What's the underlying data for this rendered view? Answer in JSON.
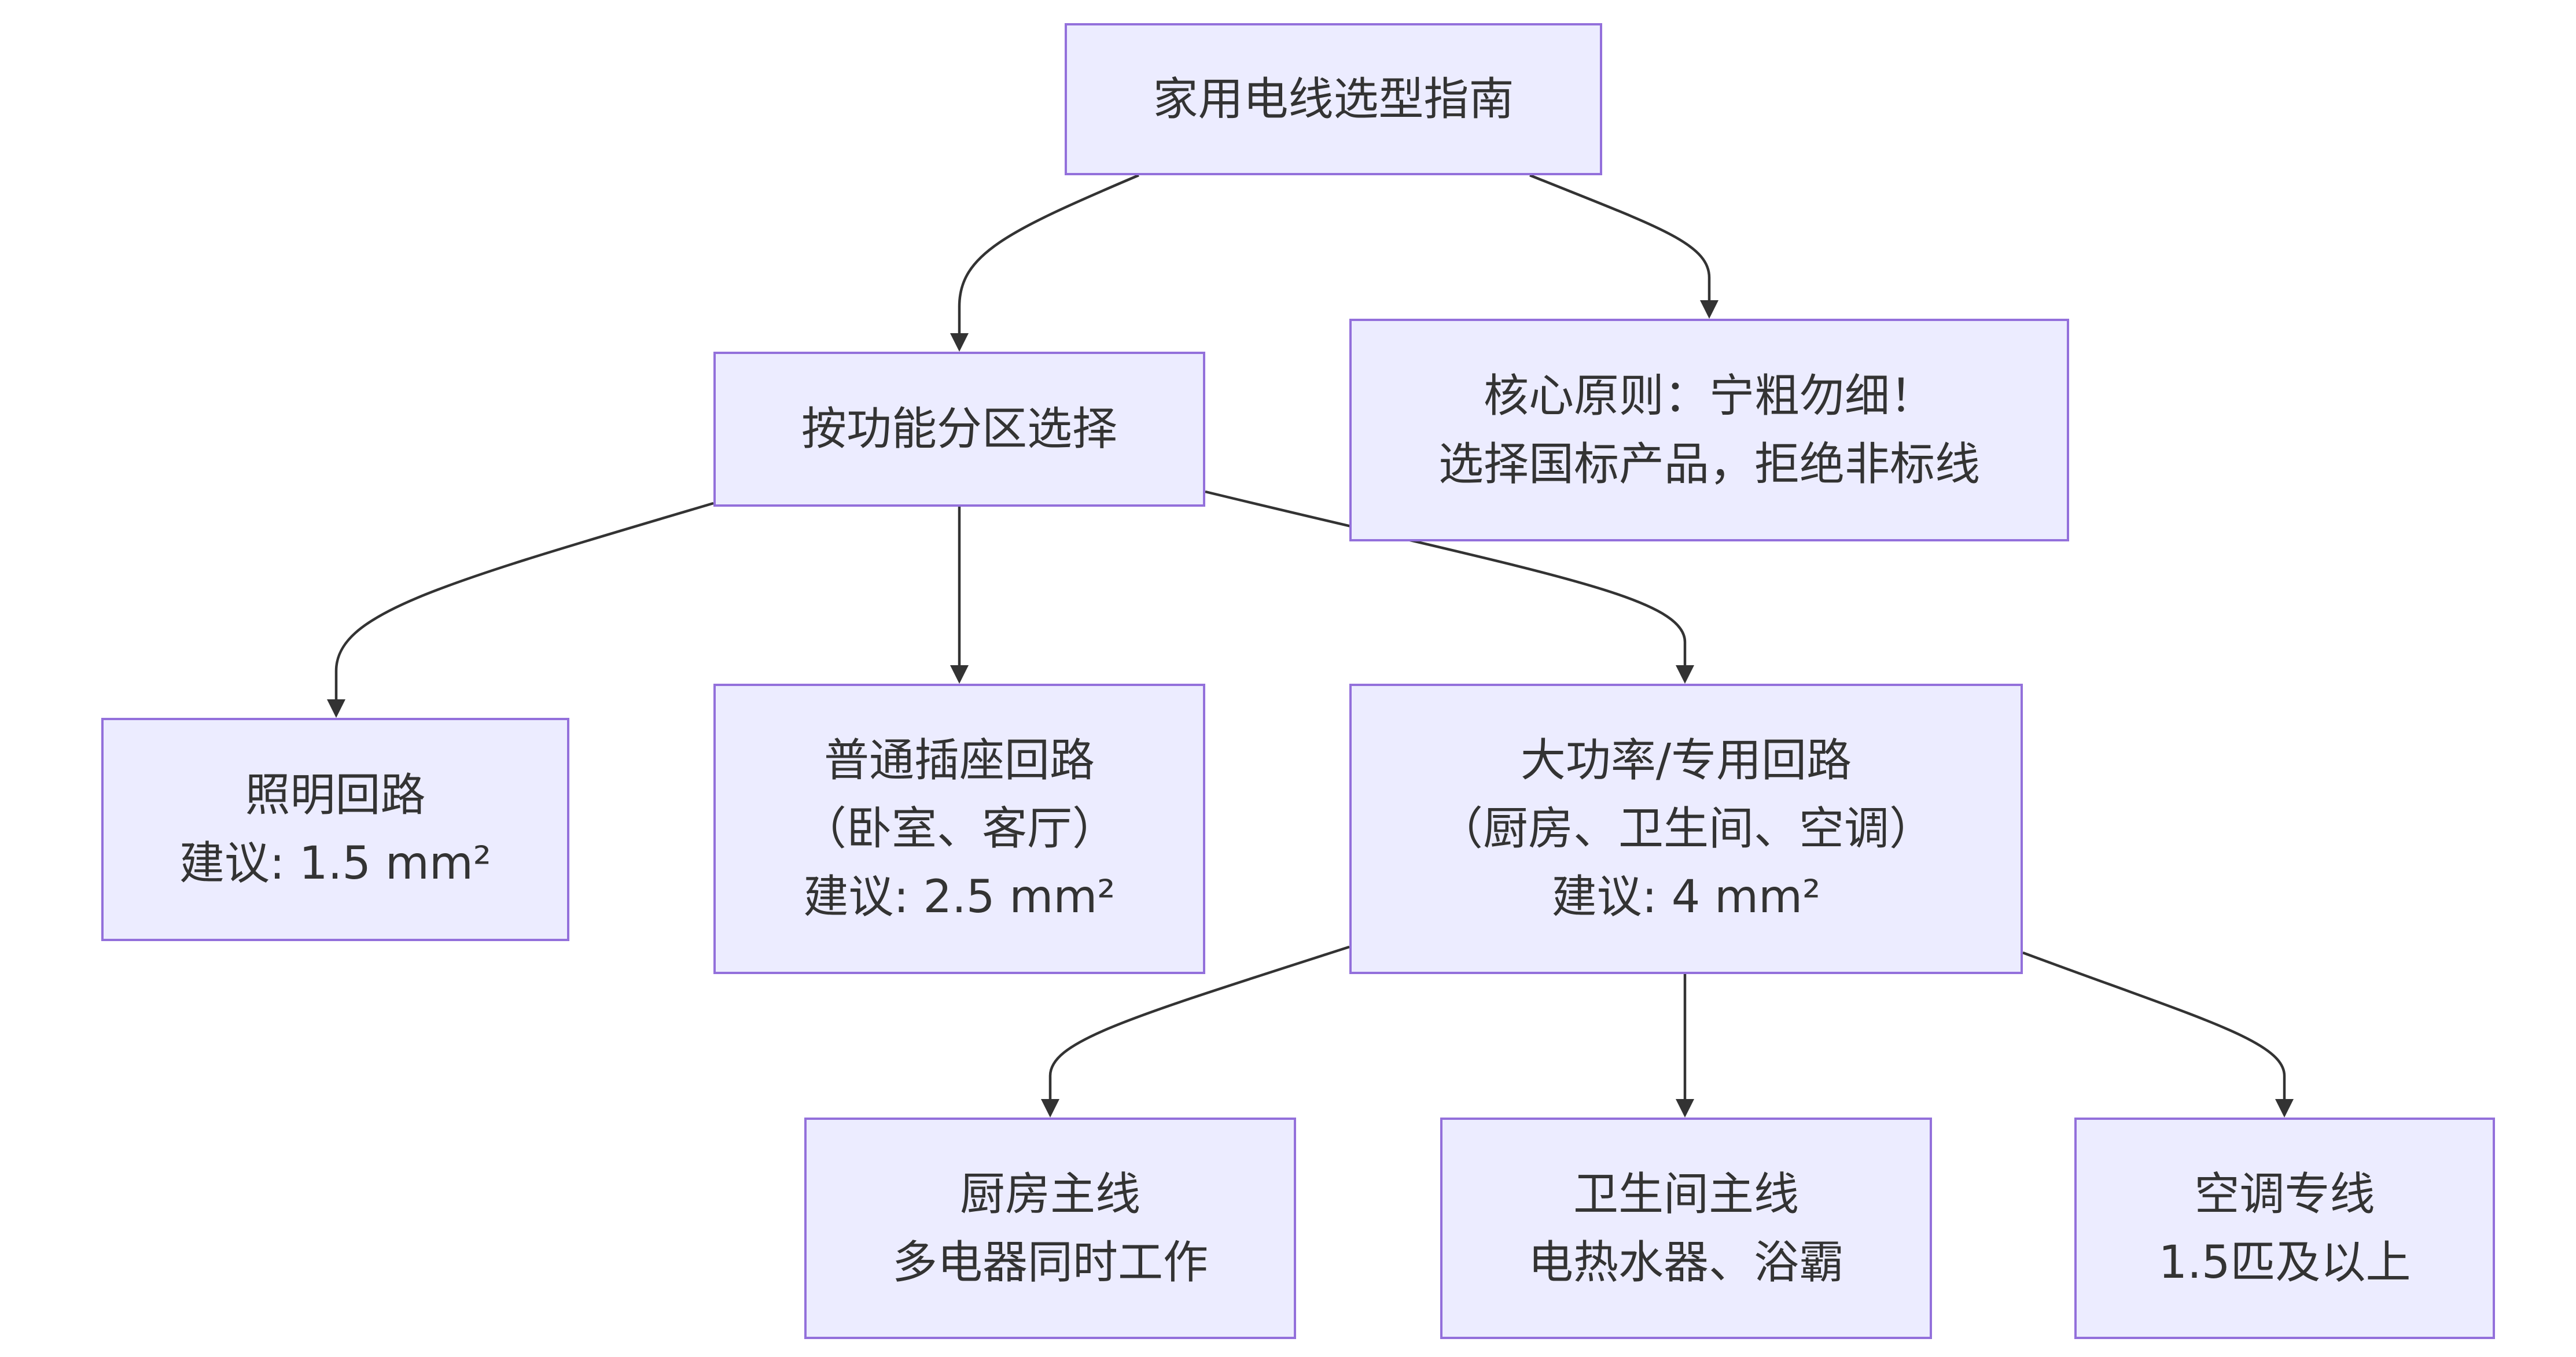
{
  "colors": {
    "node_fill": "#ECECFF",
    "node_border": "#9370DB",
    "edge": "#333333",
    "text": "#333333"
  },
  "nodes": {
    "root": {
      "lines": [
        "家用电线选型指南"
      ]
    },
    "zone": {
      "lines": [
        "按功能分区选择"
      ]
    },
    "principle": {
      "lines": [
        "核心原则：宁粗勿细！",
        "选择国标产品，拒绝非标线"
      ]
    },
    "lighting": {
      "lines": [
        "照明回路",
        "建议: 1.5 mm²"
      ]
    },
    "socket": {
      "lines": [
        "普通插座回路",
        "（卧室、客厅）",
        "建议: 2.5 mm²"
      ]
    },
    "high_power": {
      "lines": [
        "大功率/专用回路",
        "（厨房、卫生间、空调）",
        "建议: 4 mm²"
      ]
    },
    "kitchen": {
      "lines": [
        "厨房主线",
        "多电器同时工作"
      ]
    },
    "bathroom": {
      "lines": [
        "卫生间主线",
        "电热水器、浴霸"
      ]
    },
    "ac": {
      "lines": [
        "空调专线",
        "1.5匹及以上"
      ]
    }
  }
}
